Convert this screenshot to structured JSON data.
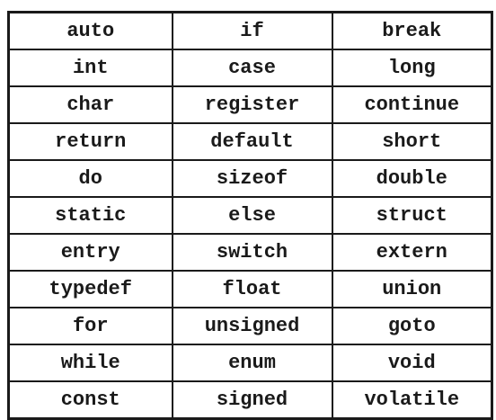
{
  "keywords": {
    "rows": [
      [
        "auto",
        "if",
        "break"
      ],
      [
        "int",
        "case",
        "long"
      ],
      [
        "char",
        "register",
        "continue"
      ],
      [
        "return",
        "default",
        "short"
      ],
      [
        "do",
        "sizeof",
        "double"
      ],
      [
        "static",
        "else",
        "struct"
      ],
      [
        "entry",
        "switch",
        "extern"
      ],
      [
        "typedef",
        "float",
        "union"
      ],
      [
        "for",
        "unsigned",
        "goto"
      ],
      [
        "while",
        "enum",
        "void"
      ],
      [
        "const",
        "signed",
        "volatile"
      ]
    ]
  }
}
